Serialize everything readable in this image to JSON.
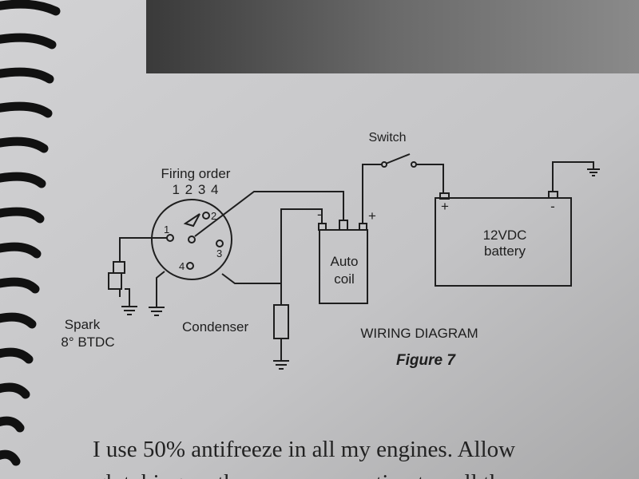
{
  "diagram": {
    "firing_order_title": "Firing order",
    "firing_order_numbers": "1 2 3 4",
    "terminals": [
      "1",
      "2",
      "3",
      "4"
    ],
    "switch_label": "Switch",
    "coil_label_1": "Auto",
    "coil_label_2": "coil",
    "coil_minus": "-",
    "coil_plus": "+",
    "battery_label_1": "12VDC",
    "battery_label_2": "battery",
    "battery_plus": "+",
    "battery_minus": "-",
    "spark_label_1": "Spark",
    "spark_label_2": "8° BTDC",
    "condenser_label": "Condenser",
    "title": "WIRING DIAGRAM",
    "figure": "Figure 7"
  },
  "body_text": {
    "line1": "I use 50% antifreeze in all my engines. Allow",
    "line2": "enough tubing on the pump connection to pull the"
  }
}
